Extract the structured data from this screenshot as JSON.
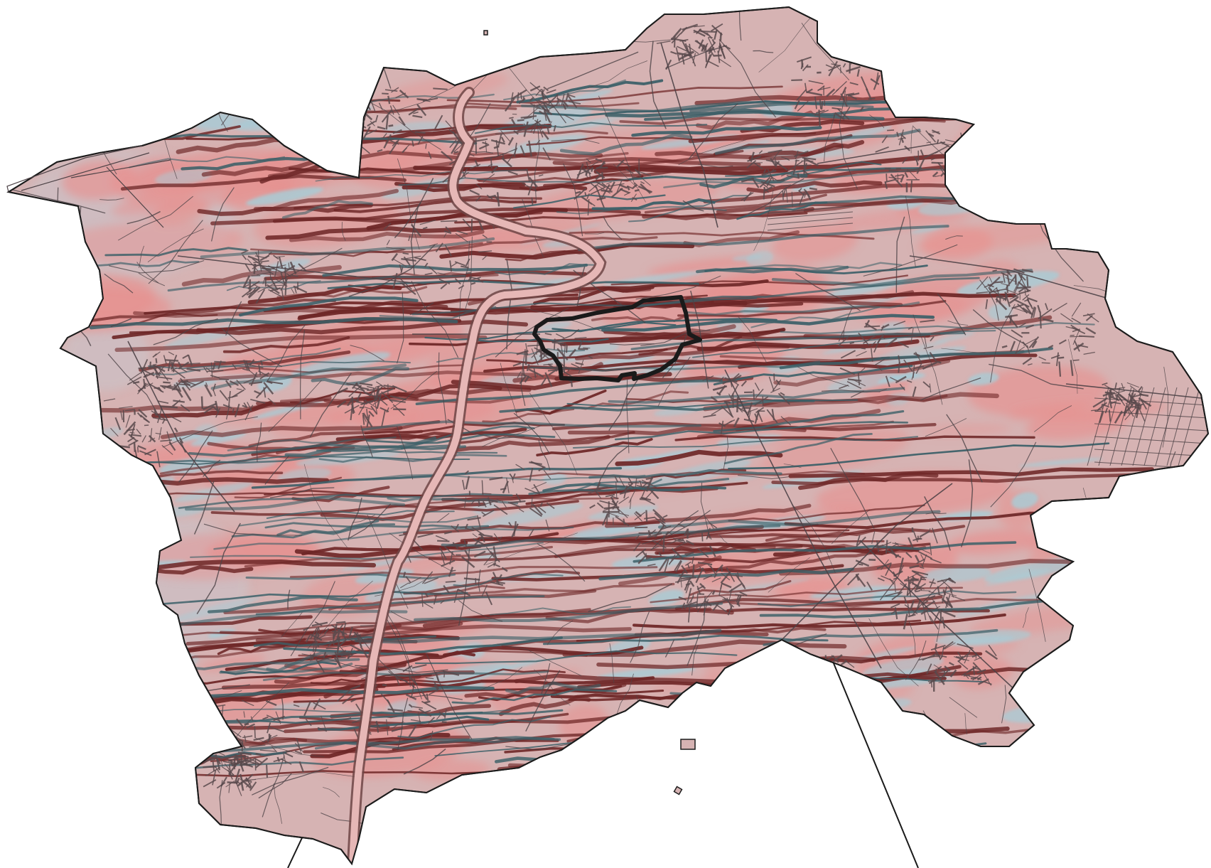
{
  "map": {
    "palette": {
      "background": "#ffffff",
      "city_fill": "#d6b3b3",
      "city_fill_grey": "#cdbfc3",
      "city_outline": "#1c1c1c",
      "warm_overlay": "#e7908e",
      "cool_overlay": "#a9cbd5",
      "dark_red_lines": "#6e2727",
      "dark_teal_lines": "#3c6068",
      "street_lines": "#4e4347",
      "urban_dense": "#5a4a4d",
      "river": "#e6b7b6",
      "river_edge": "#6e4545",
      "highlight_outline": "#1a1a1a",
      "callout_lines": "#1a1a1a"
    },
    "features": {
      "city_boundary": "outline-of-city",
      "highlighted_district": "central-district-outline",
      "callout": "zoom-lines-to-detail",
      "river": "river-course"
    }
  }
}
